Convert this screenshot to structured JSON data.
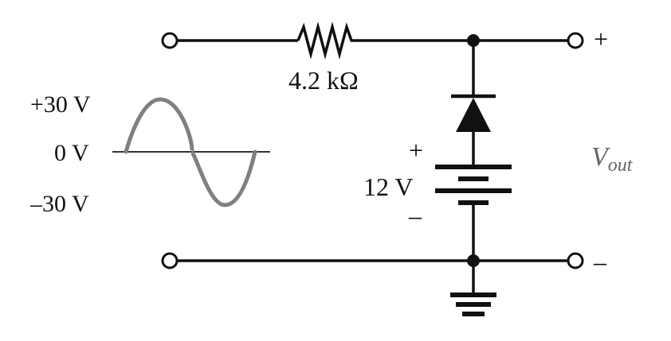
{
  "circuit": {
    "resistor_label": "4.2 kΩ",
    "battery_label": "12 V",
    "battery_plus": "+",
    "battery_minus": "–",
    "output_plus": "+",
    "output_minus": "–",
    "vout_main": "V",
    "vout_sub": "out"
  },
  "waveform": {
    "label_top": "+30 V",
    "label_mid": "0 V",
    "label_bottom": "–30 V"
  },
  "colors": {
    "wire": "#111111",
    "waveform": "#808080",
    "vout_text": "#666666"
  }
}
